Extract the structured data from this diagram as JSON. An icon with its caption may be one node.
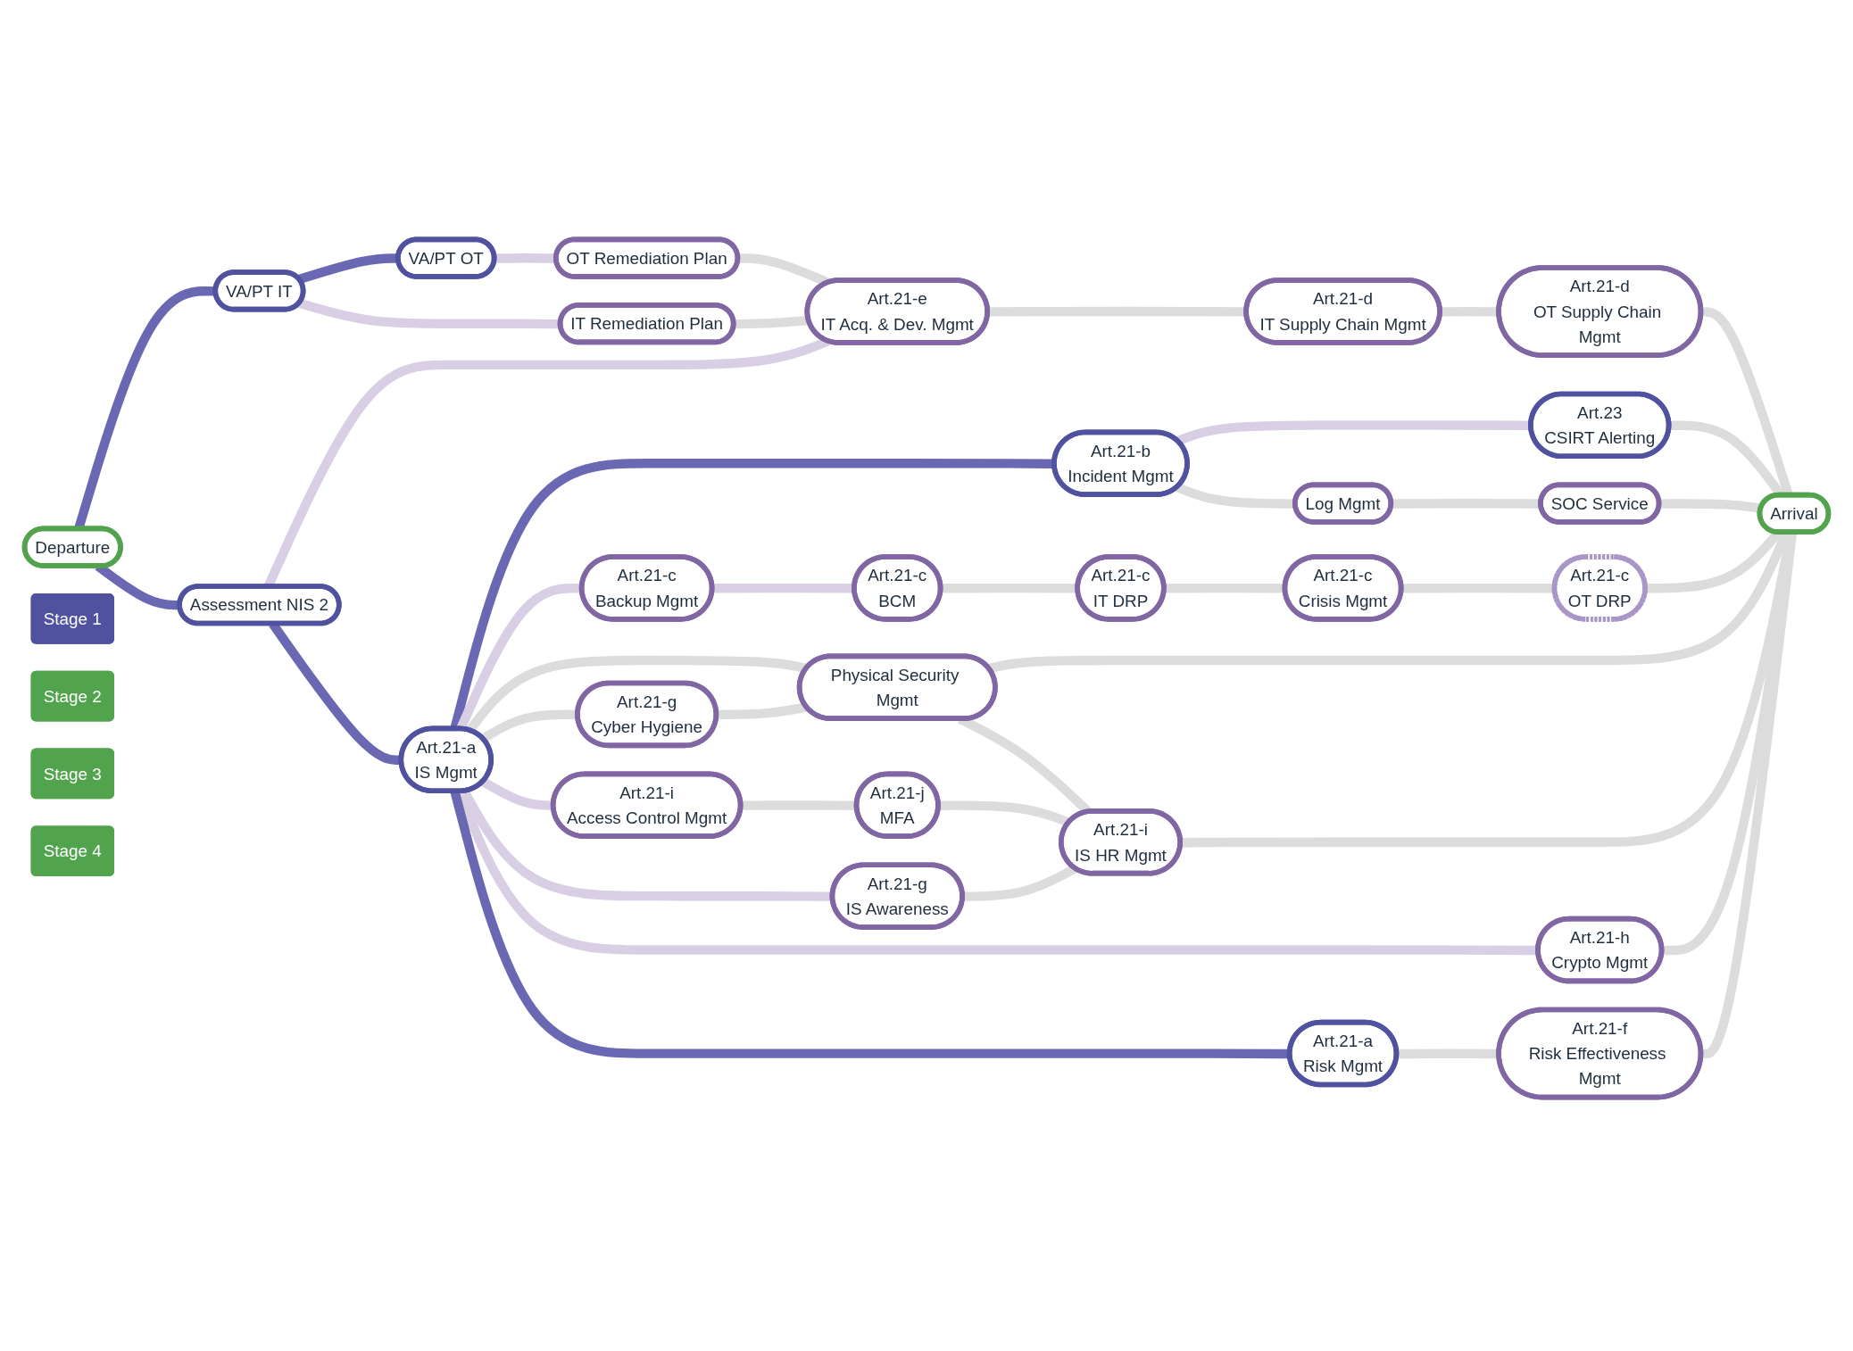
{
  "diagram": {
    "nodes": [
      {
        "text": [
          "VA/PT OT"
        ]
      },
      {
        "text": [
          "Art.21-d",
          "IT Supply Chain Mgmt"
        ]
      },
      {
        "text": [
          "OT Remediation Plan"
        ]
      },
      {
        "text": [
          "VA/PT IT"
        ]
      },
      {
        "text": [
          "Art.21-d",
          "OT Supply Chain Mgmt"
        ]
      },
      {
        "text": [
          "Art.21-e",
          "IT Acq. & Dev. Mgmt"
        ]
      },
      {
        "text": [
          "IT Remediation Plan"
        ]
      },
      {
        "text": [
          "SOC Service"
        ]
      },
      {
        "text": [
          "Departure"
        ]
      },
      {
        "text": [
          "Art.23",
          "CSIRT Alerting"
        ]
      },
      {
        "text": [
          "Log Mgmt"
        ]
      },
      {
        "text": [
          "Assessment NIS 2"
        ]
      },
      {
        "text": [
          "Art.21-b",
          "Incident Mgmt"
        ]
      },
      {
        "text": [
          "Art.21-c",
          "BCM"
        ]
      },
      {
        "text": [
          "Art.21-c",
          "Crisis Mgmt"
        ]
      },
      {
        "text": [
          "Art.21-c",
          "IT DRP"
        ]
      },
      {
        "text": [
          "Art.21-c",
          "OT DRP"
        ]
      },
      {
        "text": [
          "Arrival"
        ]
      },
      {
        "text": [
          "Art.21-c",
          "Backup Mgmt"
        ]
      },
      {
        "text": [
          "Physical Security Mgmt"
        ]
      },
      {
        "text": [
          "Art.21-a",
          "IS Mgmt"
        ]
      },
      {
        "text": [
          "Art.21-g",
          "Cyber Hygiene"
        ]
      },
      {
        "text": [
          "Art.21-i",
          "Access Control Mgmt"
        ]
      },
      {
        "text": [
          "Art.21-g",
          "IS Awareness"
        ]
      },
      {
        "text": [
          "Art.21-j",
          "MFA"
        ]
      },
      {
        "text": [
          "Art.21-h",
          "Crypto Mgmt"
        ]
      },
      {
        "text": [
          "Art.21-i",
          "IS HR Mgmt"
        ]
      },
      {
        "text": [
          "Art.21-a",
          "Risk Mgmt"
        ]
      },
      {
        "text": [
          "Art.21-f",
          "Risk Effectiveness Mgmt"
        ]
      },
      {
        "text": [
          "Stage 1"
        ]
      },
      {
        "text": [
          "Stage 2"
        ]
      },
      {
        "text": [
          "Stage 3"
        ]
      },
      {
        "text": [
          "Stage 4"
        ]
      }
    ],
    "edges": [
      {
        "from": 8,
        "to": 3,
        "arrow": "none",
        "color": "#6a68b2"
      },
      {
        "from": 3,
        "to": 0,
        "arrow": "none",
        "color": "#6a68b2"
      },
      {
        "from": 0,
        "to": 2,
        "arrow": "none",
        "color": "#d8cfe4"
      },
      {
        "from": 3,
        "to": 6,
        "arrow": "none",
        "color": "#d8cfe4"
      },
      {
        "from": 2,
        "to": 5,
        "arrow": "none"
      },
      {
        "from": 6,
        "to": 5,
        "arrow": "none"
      },
      {
        "from": 5,
        "to": 1,
        "arrow": "none"
      },
      {
        "from": 1,
        "to": 4,
        "arrow": "none"
      },
      {
        "from": 4,
        "to": 17,
        "arrow": "none"
      },
      {
        "from": 8,
        "to": 11,
        "arrow": "none",
        "color": "#6a68b2"
      },
      {
        "from": 11,
        "to": 5,
        "arrow": "none",
        "color": "#d8cfe4"
      },
      {
        "from": 11,
        "to": 20,
        "arrow": "none",
        "color": "#6a68b2"
      },
      {
        "from": 20,
        "to": 12,
        "arrow": "none",
        "color": "#6a68b2"
      },
      {
        "from": 12,
        "to": 9,
        "arrow": "none",
        "color": "#d8cfe4"
      },
      {
        "from": 9,
        "to": 17,
        "arrow": "none"
      },
      {
        "from": 12,
        "to": 10,
        "arrow": "none"
      },
      {
        "from": 10,
        "to": 7,
        "arrow": "none"
      },
      {
        "from": 7,
        "to": 17,
        "arrow": "none"
      },
      {
        "from": 20,
        "to": 18,
        "arrow": "none",
        "color": "#d8cfe4"
      },
      {
        "from": 18,
        "to": 13,
        "arrow": "none",
        "color": "#d8cfe4"
      },
      {
        "from": 13,
        "to": 15,
        "arrow": "none"
      },
      {
        "from": 15,
        "to": 14,
        "arrow": "none"
      },
      {
        "from": 14,
        "to": 16,
        "arrow": "none"
      },
      {
        "from": 16,
        "to": 17,
        "arrow": "none"
      },
      {
        "from": 20,
        "to": 19,
        "arrow": "none"
      },
      {
        "from": 19,
        "to": 17,
        "arrow": "none"
      },
      {
        "from": 20,
        "to": 21,
        "arrow": "none"
      },
      {
        "from": 21,
        "to": 19,
        "arrow": "none"
      },
      {
        "from": 19,
        "to": 26,
        "arrow": "none"
      },
      {
        "from": 20,
        "to": 22,
        "arrow": "none",
        "color": "#d8cfe4"
      },
      {
        "from": 22,
        "to": 24,
        "arrow": "none"
      },
      {
        "from": 24,
        "to": 26,
        "arrow": "none"
      },
      {
        "from": 20,
        "to": 23,
        "arrow": "none",
        "color": "#d8cfe4"
      },
      {
        "from": 23,
        "to": 26,
        "arrow": "none"
      },
      {
        "from": 20,
        "to": 25,
        "arrow": "none",
        "color": "#d8cfe4"
      },
      {
        "from": 25,
        "to": 17,
        "arrow": "none"
      },
      {
        "from": 26,
        "to": 17,
        "arrow": "none"
      },
      {
        "from": 20,
        "to": 27,
        "arrow": "none",
        "color": "#6a68b2"
      },
      {
        "from": 27,
        "to": 28,
        "arrow": "none"
      },
      {
        "from": 28,
        "to": 17,
        "arrow": "none"
      }
    ]
  }
}
